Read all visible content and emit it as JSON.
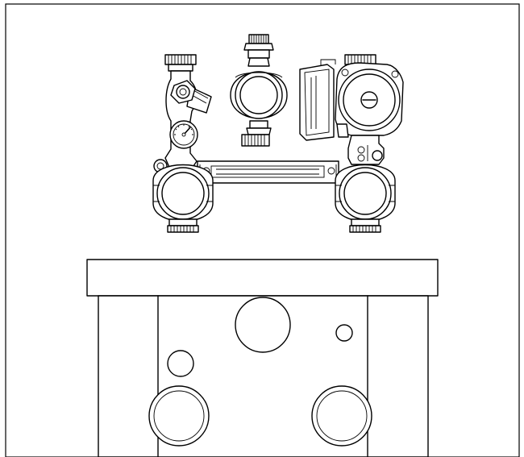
{
  "figure": {
    "background": "#ffffff",
    "line_color": "#000000",
    "components": [
      {
        "name": "flow-group-left",
        "parts": [
          "gauge-icon",
          "valve-icon",
          "pipe-ring-icon"
        ]
      },
      {
        "name": "meter-connector",
        "parts": [
          "pipe-ring-icon"
        ]
      },
      {
        "name": "pump-group-right",
        "parts": [
          "pump-icon",
          "pipe-ring-icon"
        ]
      },
      {
        "name": "wall-housing",
        "parts": [
          "housing-lid",
          "housing-body",
          "port-openings"
        ]
      }
    ]
  }
}
